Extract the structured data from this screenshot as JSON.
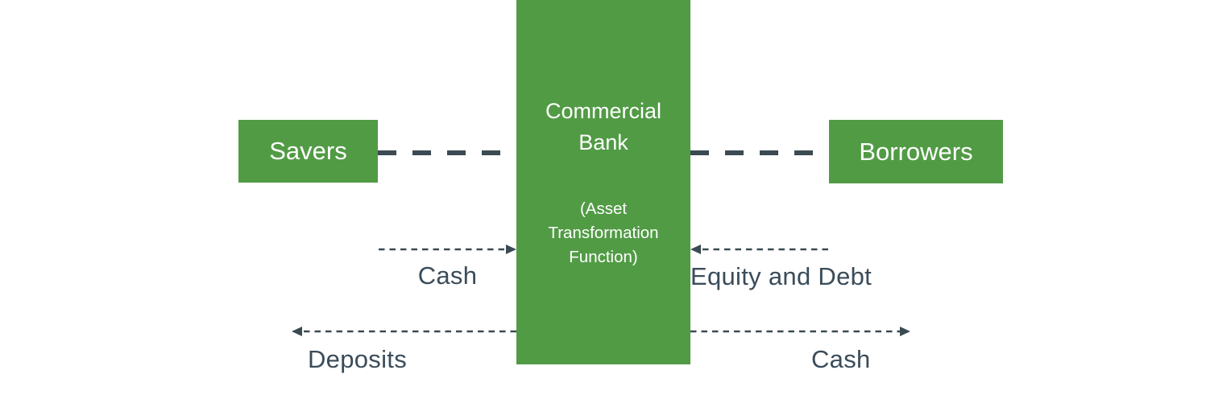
{
  "nodes": {
    "savers": {
      "label": "Savers"
    },
    "bank": {
      "title": "Commercial Bank",
      "subtitle": "(Asset Transformation Function)"
    },
    "borrowers": {
      "label": "Borrowers"
    }
  },
  "flows": {
    "cash_top": {
      "label": "Cash"
    },
    "equity_and_debt": {
      "label": "Equity and Debt"
    },
    "deposits": {
      "label": "Deposits"
    },
    "cash_bottom": {
      "label": "Cash"
    }
  },
  "colors": {
    "node_fill": "#519b45",
    "node_text": "#ffffff",
    "line": "#3b4a53",
    "label_text": "#3a4c5a",
    "background": "#ffffff"
  }
}
